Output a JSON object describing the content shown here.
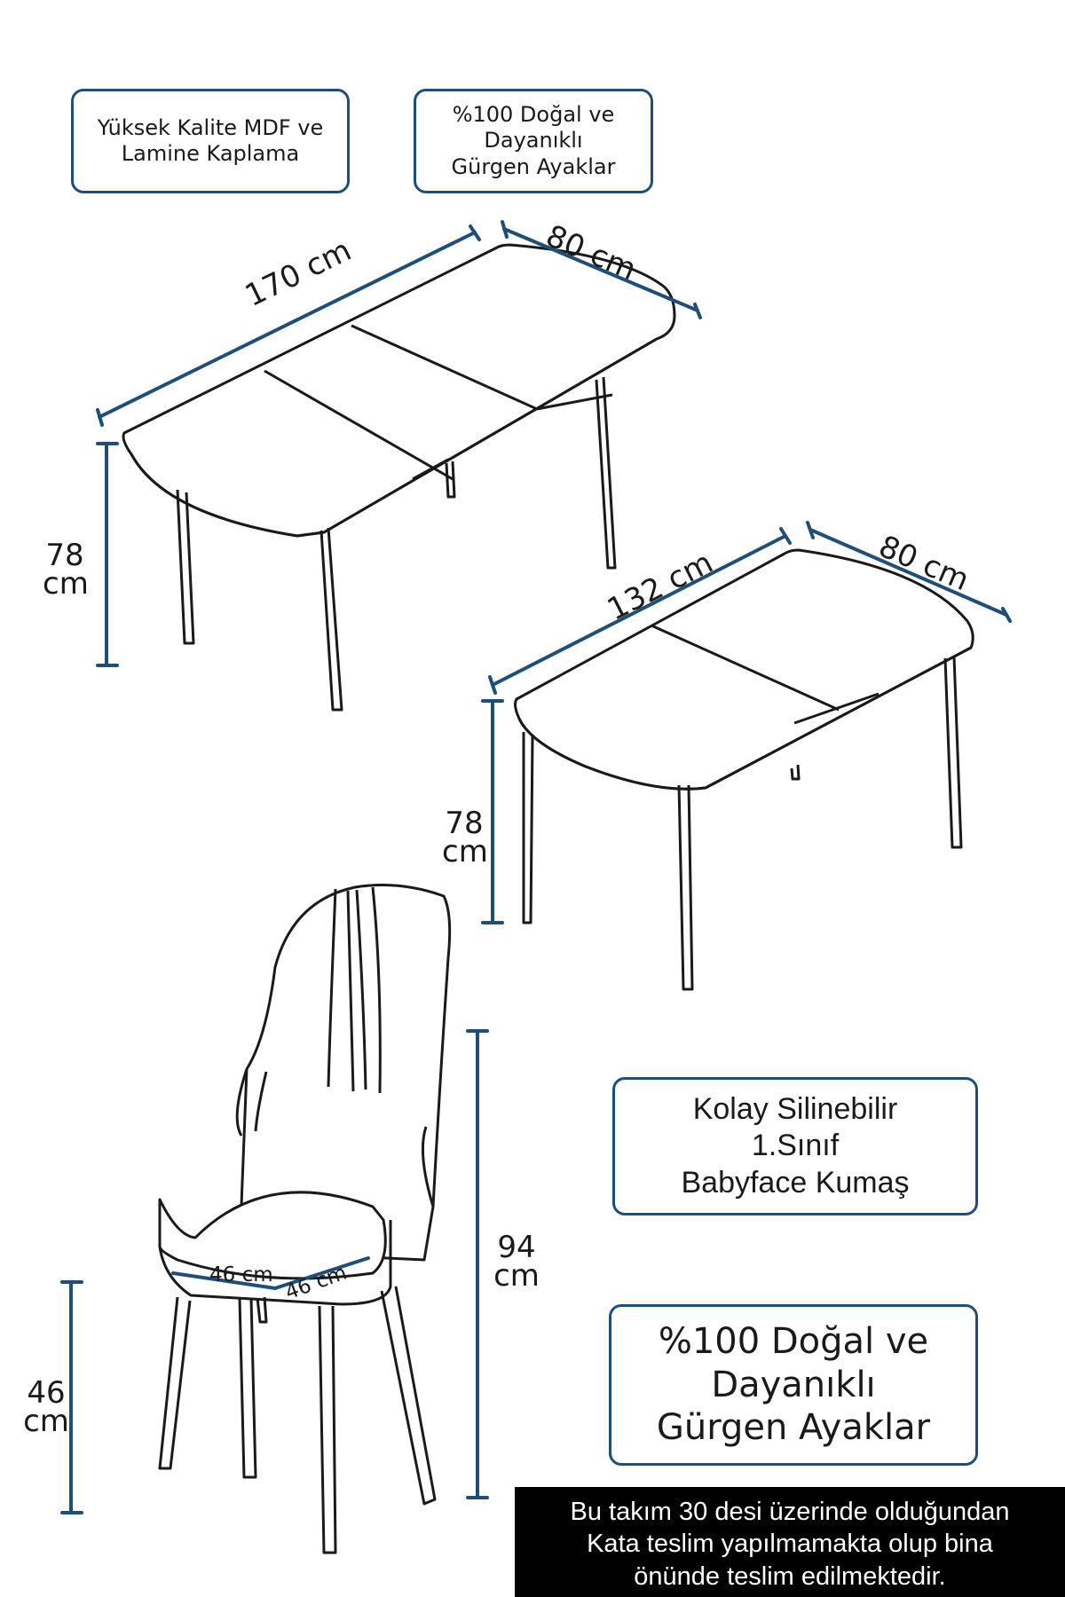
{
  "features": {
    "mdf": [
      "Yüksek Kalite MDF ve",
      "Lamine Kaplama"
    ],
    "legs_top": [
      "%100 Doğal ve",
      "Dayanıklı",
      "Gürgen Ayaklar"
    ],
    "fabric": [
      "Kolay Silinebilir",
      "1.Sınıf",
      "Babyface Kumaş"
    ],
    "legs_bottom": [
      "%100 Doğal ve",
      "Dayanıklı",
      "Gürgen Ayaklar"
    ]
  },
  "dimensions": {
    "extended_length": "170 cm",
    "extended_width": "80 cm",
    "extended_height": [
      "78",
      "cm"
    ],
    "closed_length": "132 cm",
    "closed_width": "80 cm",
    "closed_height": [
      "78",
      "cm"
    ],
    "chair_seat_width": "46 cm",
    "chair_seat_depth": "46 cm",
    "chair_height": [
      "94",
      "cm"
    ],
    "chair_seat_height": [
      "46",
      "cm"
    ]
  },
  "notice": [
    "Bu takım 30 desi üzerinde olduğundan",
    "Kata teslim yapılmamakta olup bina",
    "önünde teslim edilmektedir."
  ],
  "colors": {
    "dimension_line": "#1f4e79",
    "outline": "#1a1a1a",
    "notice_bg": "#000000"
  }
}
